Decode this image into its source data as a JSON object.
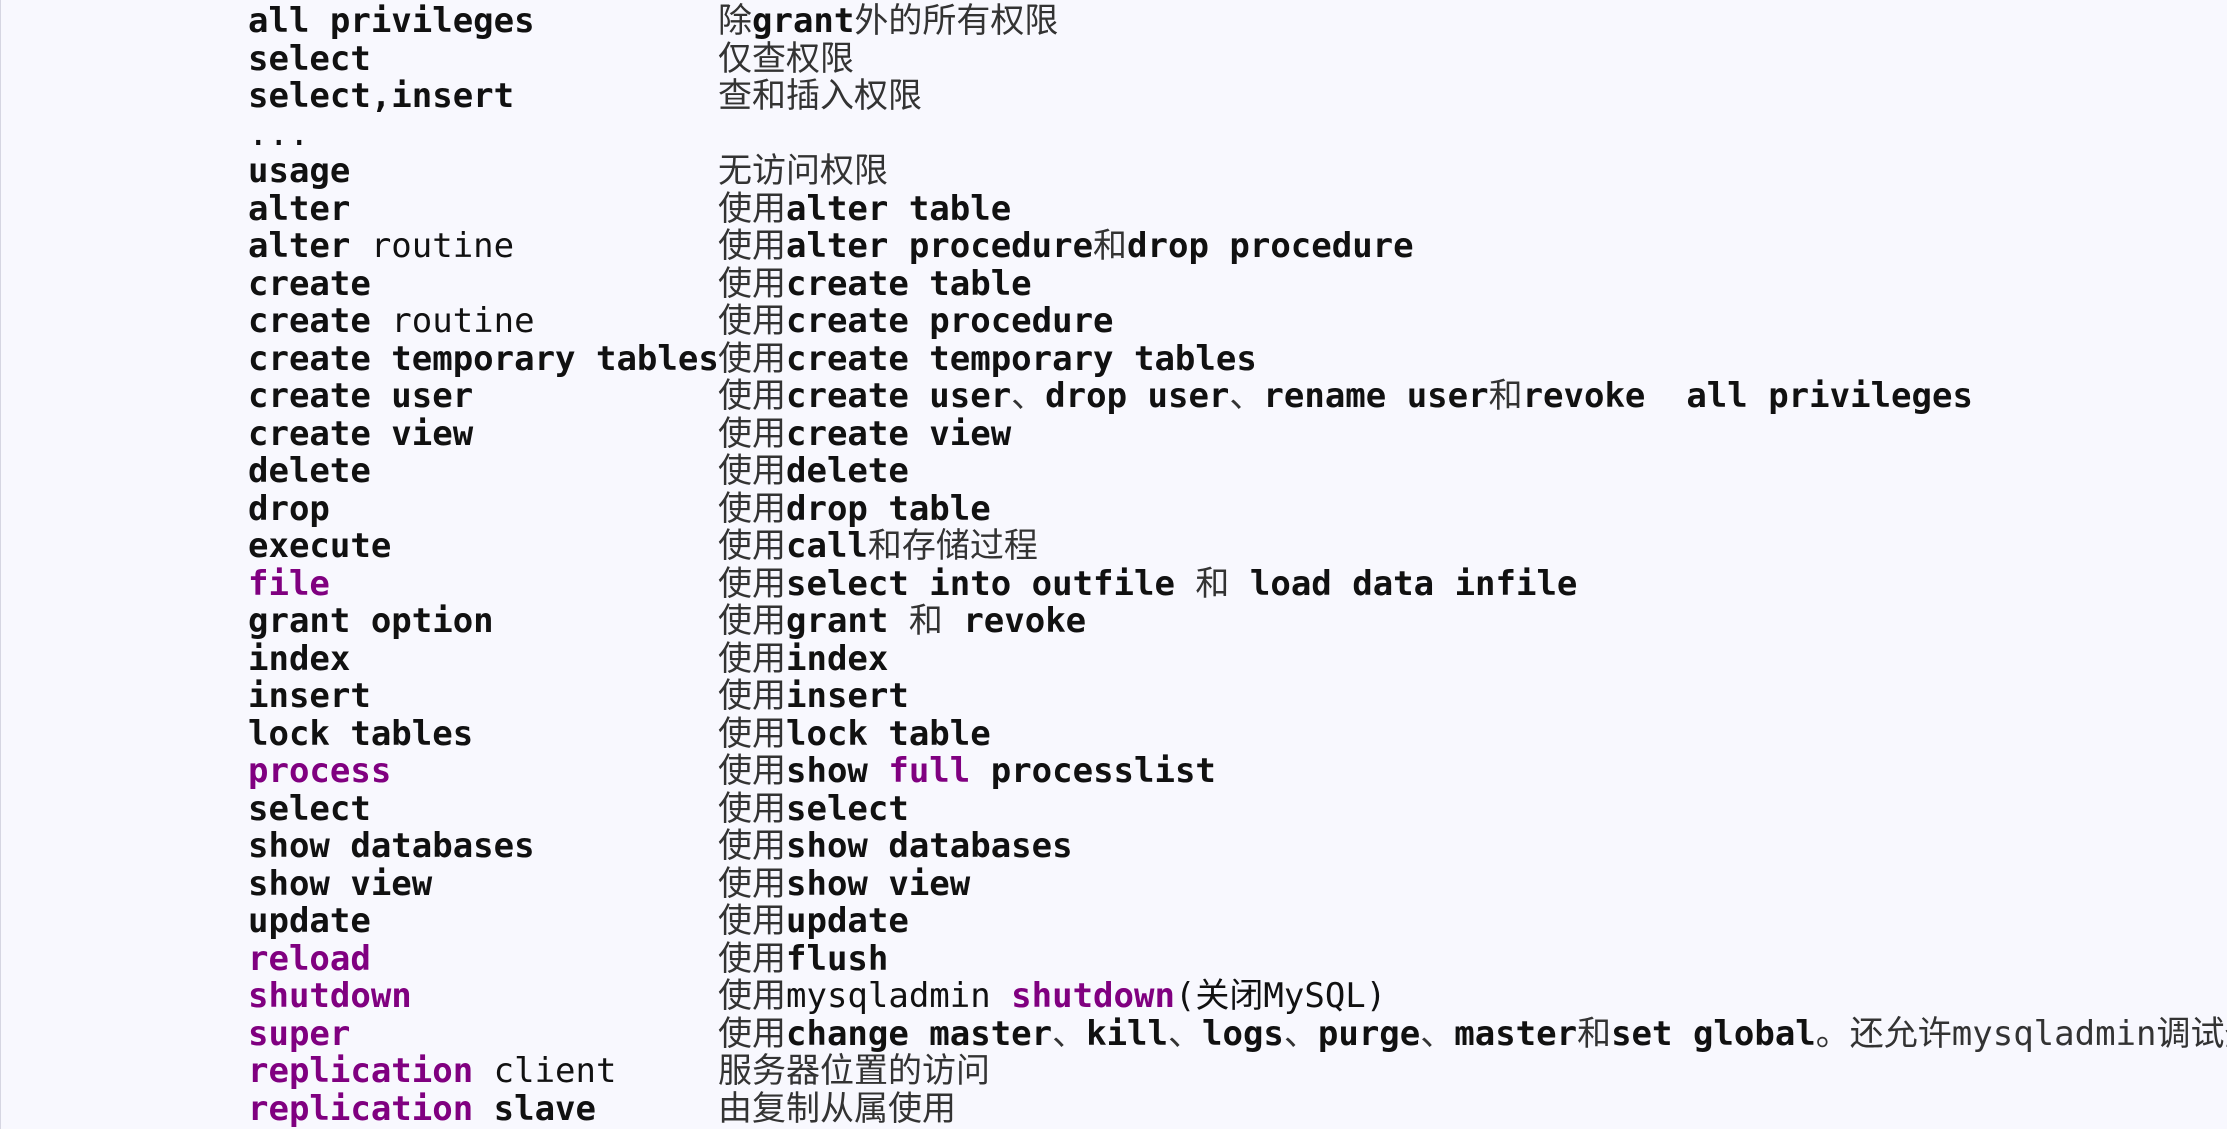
{
  "accent_colors": {
    "keyword": "#111111",
    "purple_keyword": "#800080",
    "background": "#f8f8fe"
  },
  "rows": [
    {
      "left": [
        {
          "t": "all privileges",
          "s": "k"
        }
      ],
      "right": [
        {
          "t": "除",
          "s": "c"
        },
        {
          "t": "grant",
          "s": "k"
        },
        {
          "t": "外的所有权限",
          "s": "c"
        }
      ]
    },
    {
      "left": [
        {
          "t": "select",
          "s": "k"
        }
      ],
      "right": [
        {
          "t": "仅查权限",
          "s": "c"
        }
      ]
    },
    {
      "left": [
        {
          "t": "select,insert",
          "s": "k"
        }
      ],
      "right": [
        {
          "t": "查和插入权限",
          "s": "c"
        }
      ]
    },
    {
      "left": [
        {
          "t": "...",
          "s": "n"
        }
      ],
      "right": []
    },
    {
      "left": [
        {
          "t": "usage",
          "s": "k"
        }
      ],
      "right": [
        {
          "t": "无访问权限",
          "s": "c"
        }
      ]
    },
    {
      "left": [
        {
          "t": "alter",
          "s": "k"
        }
      ],
      "right": [
        {
          "t": "使用",
          "s": "c"
        },
        {
          "t": "alter table",
          "s": "k"
        }
      ]
    },
    {
      "left": [
        {
          "t": "alter",
          "s": "k"
        },
        {
          "t": " routine",
          "s": "n"
        }
      ],
      "right": [
        {
          "t": "使用",
          "s": "c"
        },
        {
          "t": "alter procedure",
          "s": "k"
        },
        {
          "t": "和",
          "s": "c"
        },
        {
          "t": "drop procedure",
          "s": "k"
        }
      ]
    },
    {
      "left": [
        {
          "t": "create",
          "s": "k"
        }
      ],
      "right": [
        {
          "t": "使用",
          "s": "c"
        },
        {
          "t": "create table",
          "s": "k"
        }
      ]
    },
    {
      "left": [
        {
          "t": "create",
          "s": "k"
        },
        {
          "t": " routine",
          "s": "n"
        }
      ],
      "right": [
        {
          "t": "使用",
          "s": "c"
        },
        {
          "t": "create procedure",
          "s": "k"
        }
      ]
    },
    {
      "left": [
        {
          "t": "create temporary tables",
          "s": "k"
        }
      ],
      "right": [
        {
          "t": "使用",
          "s": "c"
        },
        {
          "t": "create temporary tables",
          "s": "k"
        }
      ]
    },
    {
      "left": [
        {
          "t": "create user",
          "s": "k"
        }
      ],
      "right": [
        {
          "t": "使用",
          "s": "c"
        },
        {
          "t": "create user",
          "s": "k"
        },
        {
          "t": "、",
          "s": "c"
        },
        {
          "t": "drop user",
          "s": "k"
        },
        {
          "t": "、",
          "s": "c"
        },
        {
          "t": "rename user",
          "s": "k"
        },
        {
          "t": "和",
          "s": "c"
        },
        {
          "t": "revoke  all privileges",
          "s": "k"
        }
      ]
    },
    {
      "left": [
        {
          "t": "create view",
          "s": "k"
        }
      ],
      "right": [
        {
          "t": "使用",
          "s": "c"
        },
        {
          "t": "create view",
          "s": "k"
        }
      ]
    },
    {
      "left": [
        {
          "t": "delete",
          "s": "k"
        }
      ],
      "right": [
        {
          "t": "使用",
          "s": "c"
        },
        {
          "t": "delete",
          "s": "k"
        }
      ]
    },
    {
      "left": [
        {
          "t": "drop",
          "s": "k"
        }
      ],
      "right": [
        {
          "t": "使用",
          "s": "c"
        },
        {
          "t": "drop table",
          "s": "k"
        }
      ]
    },
    {
      "left": [
        {
          "t": "execute",
          "s": "k"
        }
      ],
      "right": [
        {
          "t": "使用",
          "s": "c"
        },
        {
          "t": "call",
          "s": "k"
        },
        {
          "t": "和存储过程",
          "s": "c"
        }
      ]
    },
    {
      "left": [
        {
          "t": "file",
          "s": "p"
        }
      ],
      "right": [
        {
          "t": "使用",
          "s": "c"
        },
        {
          "t": "select into outfile",
          "s": "k"
        },
        {
          "t": " 和 ",
          "s": "c"
        },
        {
          "t": "load data infile",
          "s": "k"
        }
      ]
    },
    {
      "left": [
        {
          "t": "grant option",
          "s": "k"
        }
      ],
      "right": [
        {
          "t": "使用",
          "s": "c"
        },
        {
          "t": "grant",
          "s": "k"
        },
        {
          "t": " 和 ",
          "s": "c"
        },
        {
          "t": "revoke",
          "s": "k"
        }
      ]
    },
    {
      "left": [
        {
          "t": "index",
          "s": "k"
        }
      ],
      "right": [
        {
          "t": "使用",
          "s": "c"
        },
        {
          "t": "index",
          "s": "k"
        }
      ]
    },
    {
      "left": [
        {
          "t": "insert",
          "s": "k"
        }
      ],
      "right": [
        {
          "t": "使用",
          "s": "c"
        },
        {
          "t": "insert",
          "s": "k"
        }
      ]
    },
    {
      "left": [
        {
          "t": "lock tables",
          "s": "k"
        }
      ],
      "right": [
        {
          "t": "使用",
          "s": "c"
        },
        {
          "t": "lock table",
          "s": "k"
        }
      ]
    },
    {
      "left": [
        {
          "t": "process",
          "s": "p"
        }
      ],
      "right": [
        {
          "t": "使用",
          "s": "c"
        },
        {
          "t": "show ",
          "s": "k"
        },
        {
          "t": "full",
          "s": "p"
        },
        {
          "t": " processlist",
          "s": "k"
        }
      ]
    },
    {
      "left": [
        {
          "t": "select",
          "s": "k"
        }
      ],
      "right": [
        {
          "t": "使用",
          "s": "c"
        },
        {
          "t": "select",
          "s": "k"
        }
      ]
    },
    {
      "left": [
        {
          "t": "show databases",
          "s": "k"
        }
      ],
      "right": [
        {
          "t": "使用",
          "s": "c"
        },
        {
          "t": "show databases",
          "s": "k"
        }
      ]
    },
    {
      "left": [
        {
          "t": "show view",
          "s": "k"
        }
      ],
      "right": [
        {
          "t": "使用",
          "s": "c"
        },
        {
          "t": "show view",
          "s": "k"
        }
      ]
    },
    {
      "left": [
        {
          "t": "update",
          "s": "k"
        }
      ],
      "right": [
        {
          "t": "使用",
          "s": "c"
        },
        {
          "t": "update",
          "s": "k"
        }
      ]
    },
    {
      "left": [
        {
          "t": "reload",
          "s": "p"
        }
      ],
      "right": [
        {
          "t": "使用",
          "s": "c"
        },
        {
          "t": "flush",
          "s": "k"
        }
      ]
    },
    {
      "left": [
        {
          "t": "shutdown",
          "s": "p"
        }
      ],
      "right": [
        {
          "t": "使用",
          "s": "c"
        },
        {
          "t": "mysqladmin ",
          "s": "n"
        },
        {
          "t": "shutdown",
          "s": "p"
        },
        {
          "t": "(关闭MySQL)",
          "s": "n"
        }
      ]
    },
    {
      "left": [
        {
          "t": "super",
          "s": "p"
        }
      ],
      "right": [
        {
          "t": "使用",
          "s": "c"
        },
        {
          "t": "change master",
          "s": "k"
        },
        {
          "t": "、",
          "s": "c"
        },
        {
          "t": "kill",
          "s": "k"
        },
        {
          "t": "、",
          "s": "c"
        },
        {
          "t": "logs",
          "s": "k"
        },
        {
          "t": "、",
          "s": "c"
        },
        {
          "t": "purge",
          "s": "k"
        },
        {
          "t": "、",
          "s": "c"
        },
        {
          "t": "master",
          "s": "k"
        },
        {
          "t": "和",
          "s": "c"
        },
        {
          "t": "set global",
          "s": "k"
        },
        {
          "t": "。还允许mysqladmin调试登陆",
          "s": "c"
        }
      ]
    },
    {
      "left": [
        {
          "t": "replication",
          "s": "p"
        },
        {
          "t": " client",
          "s": "n"
        }
      ],
      "right": [
        {
          "t": "服务器位置的访问",
          "s": "c"
        }
      ]
    },
    {
      "left": [
        {
          "t": "replication",
          "s": "p"
        },
        {
          "t": " slave",
          "s": "k"
        }
      ],
      "right": [
        {
          "t": "由复制从属使用",
          "s": "c"
        }
      ]
    }
  ]
}
